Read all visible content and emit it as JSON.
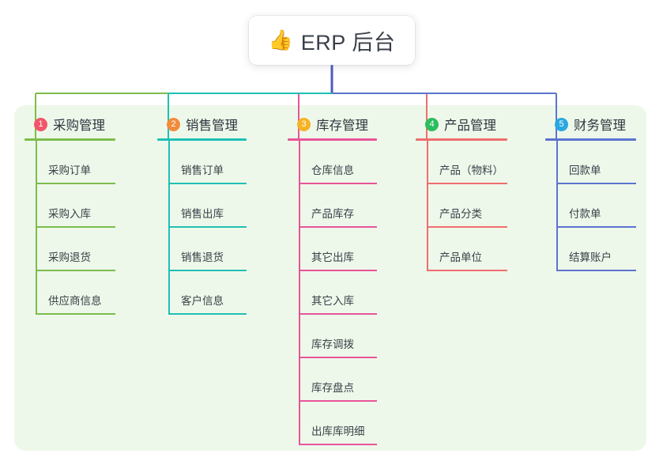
{
  "diagram": {
    "title": "ERP 后台",
    "root": {
      "icon": "thumbs-up-icon",
      "icon_glyph": "👍",
      "label": "ERP 后台"
    },
    "panel_color": "#eef8ea",
    "root_connector_color": "#4c5bbf",
    "columns": [
      {
        "number": "1",
        "title": "采购管理",
        "badge_color": "#f1566a",
        "line_color": "#7dbd4c",
        "items": [
          "采购订单",
          "采购入库",
          "采购退货",
          "供应商信息"
        ]
      },
      {
        "number": "2",
        "title": "销售管理",
        "badge_color": "#f28b3c",
        "line_color": "#1fc0b4",
        "items": [
          "销售订单",
          "销售出库",
          "销售退货",
          "客户信息"
        ]
      },
      {
        "number": "3",
        "title": "库存管理",
        "badge_color": "#f5b324",
        "line_color": "#e8559a",
        "items": [
          "仓库信息",
          "产品库存",
          "其它出库",
          "其它入库",
          "库存调拨",
          "库存盘点",
          "出库库明细"
        ]
      },
      {
        "number": "4",
        "title": "产品管理",
        "badge_color": "#2bbd5e",
        "line_color": "#ef6e6e",
        "items": [
          "产品（物料）",
          "产品分类",
          "产品单位"
        ]
      },
      {
        "number": "5",
        "title": "财务管理",
        "badge_color": "#29a8e0",
        "line_color": "#5b74d0",
        "items": [
          "回款单",
          "付款单",
          "结算账户"
        ]
      }
    ]
  }
}
